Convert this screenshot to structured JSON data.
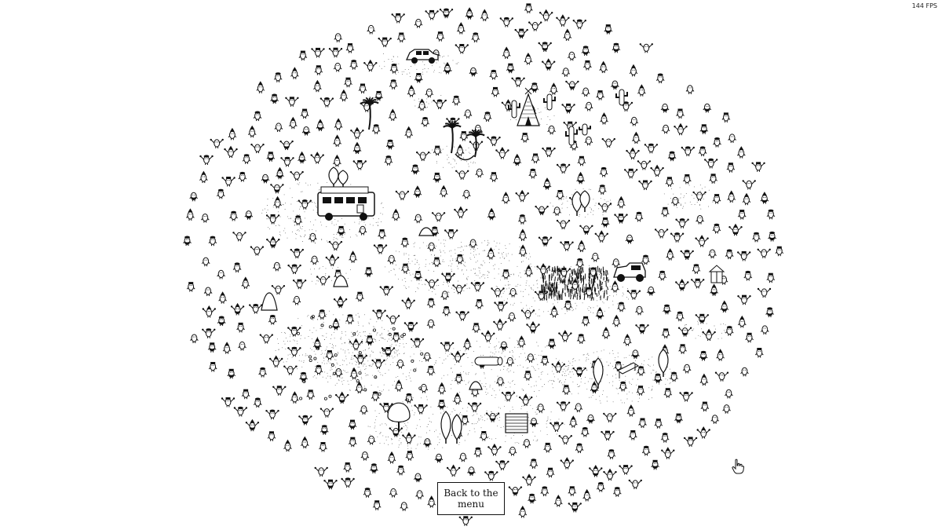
{
  "hud": {
    "fps_label": "144 FPS"
  },
  "menu": {
    "back_label": "Back to the\nmenu"
  },
  "scene": {
    "background": "#ffffff",
    "ink": "#111111",
    "cursor_icon": "pointing-hand-icon",
    "description_icons": [
      "character",
      "camper-van",
      "car",
      "palm-tree",
      "tipi",
      "cactus",
      "jeep",
      "tree",
      "bush",
      "rock",
      "hay-bale"
    ]
  }
}
